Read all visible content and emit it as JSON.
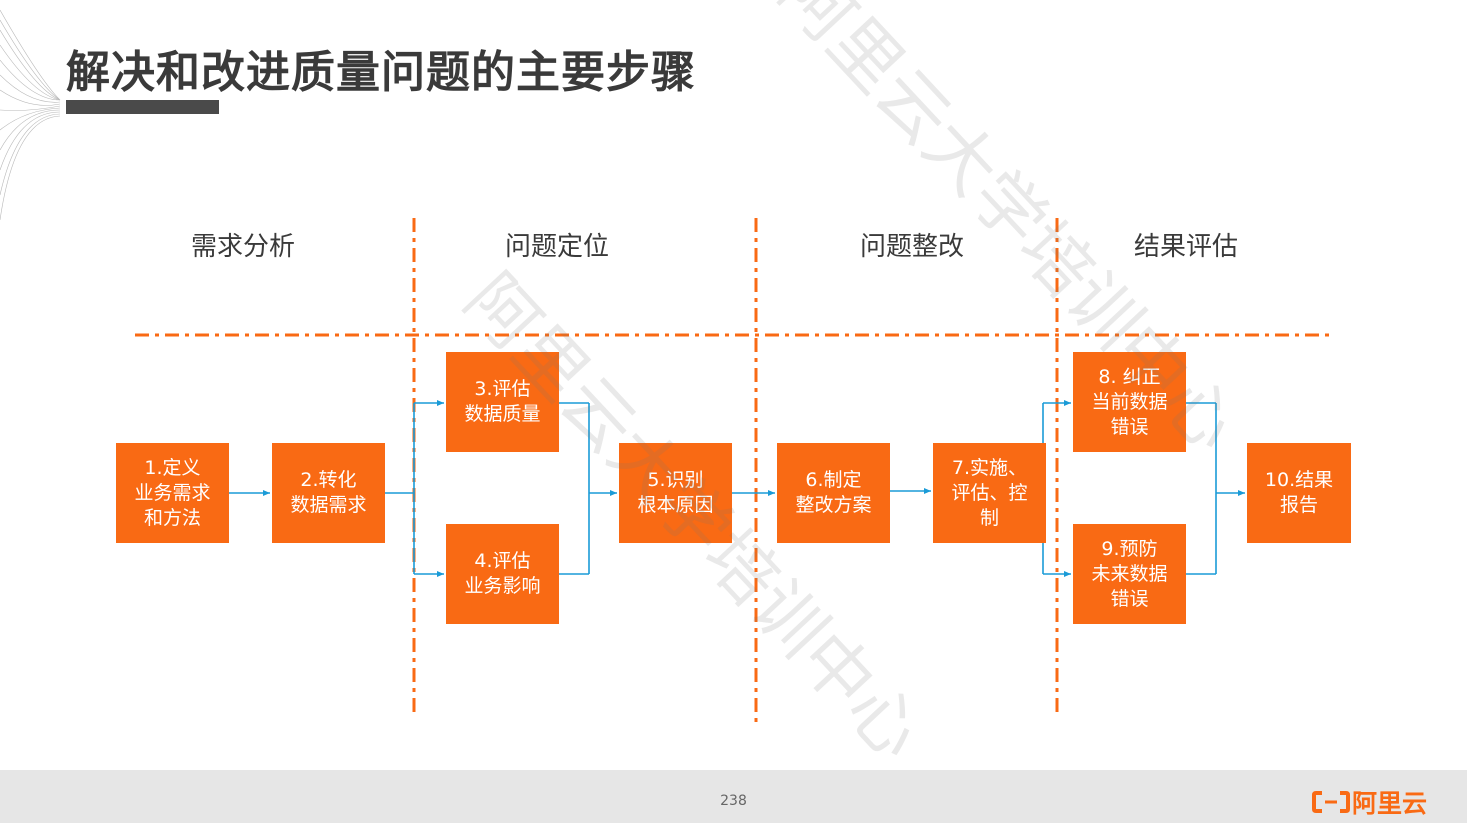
{
  "title": "解决和改进质量问题的主要步骤",
  "phases": [
    "需求分析",
    "问题定位",
    "问题整改",
    "结果评估"
  ],
  "steps": [
    "1.定义\n业务需求\n和方法",
    "2.转化\n数据需求",
    "3.评估\n数据质量",
    "4.评估\n业务影响",
    "5.识别\n根本原因",
    "6.制定\n整改方案",
    "7.实施、\n评估、控\n制",
    "8. 纠正\n当前数据\n错误",
    "9.预防\n未来数据\n错误",
    "10.结果\n报告"
  ],
  "watermark": "阿里云大学培训中心",
  "page_number": "238",
  "logo_text": "阿里云",
  "colors": {
    "accent": "#f96a14",
    "connector": "#1a9bd7",
    "title": "#3a3a3a"
  }
}
